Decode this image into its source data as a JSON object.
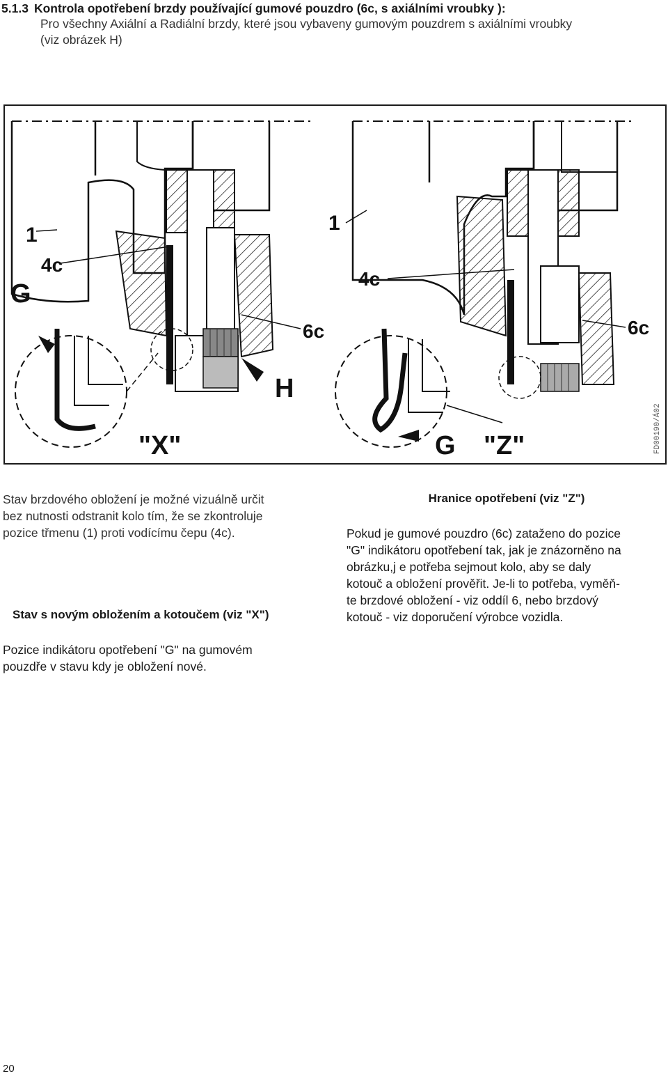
{
  "heading": {
    "number": "5.1.3",
    "title": "Kontrola opotřebení brzdy používající gumové pouzdro (6c, s axiálními vroubky ):"
  },
  "intro": {
    "line1": "Pro všechny Axiální a Radiální brzdy, které jsou vybaveny gumovým pouzdrem s axiálními vroubky",
    "line2": "(viz obrázek H)"
  },
  "figure": {
    "labels": {
      "left_1": "1",
      "left_4c": "4c",
      "left_G": "G",
      "left_6c": "6c",
      "left_H": "H",
      "left_X": "\"X\"",
      "right_1": "1",
      "right_4c": "4c",
      "right_6c": "6c",
      "right_G": "G",
      "right_Z": "\"Z\"",
      "code": "FD00190/Á02"
    }
  },
  "left_column": {
    "line1": "Stav brzdového obložení je možné vizuálně určit",
    "line2": "bez nutnosti odstranit kolo tím, že se zkontroluje",
    "line3": "pozice třmenu (1) proti vodícímu čepu (4c).",
    "subheading": "Stav s novým obložením a kotoučem (viz \"X\")",
    "note_line1": "Pozice indikátoru opotřebení \"G\" na gumovém",
    "note_line2": "pouzdře v stavu kdy je obložení nové."
  },
  "right_column": {
    "title": "Hranice opotřebení (viz \"Z\")",
    "line1": "Pokud je gumové pouzdro (6c) zataženo do pozice",
    "line2": "\"G\" indikátoru opotřebení tak, jak je znázorněno na",
    "line3": "obrázku,j e potřeba sejmout kolo, aby se daly",
    "line4": "kotouč a obložení prověřit. Je-li to potřeba, vyměň-",
    "line5": "te brzdové obložení - viz oddíl 6, nebo brzdový",
    "line6": "kotouč - viz doporučení výrobce vozidla."
  },
  "page_number": "20"
}
